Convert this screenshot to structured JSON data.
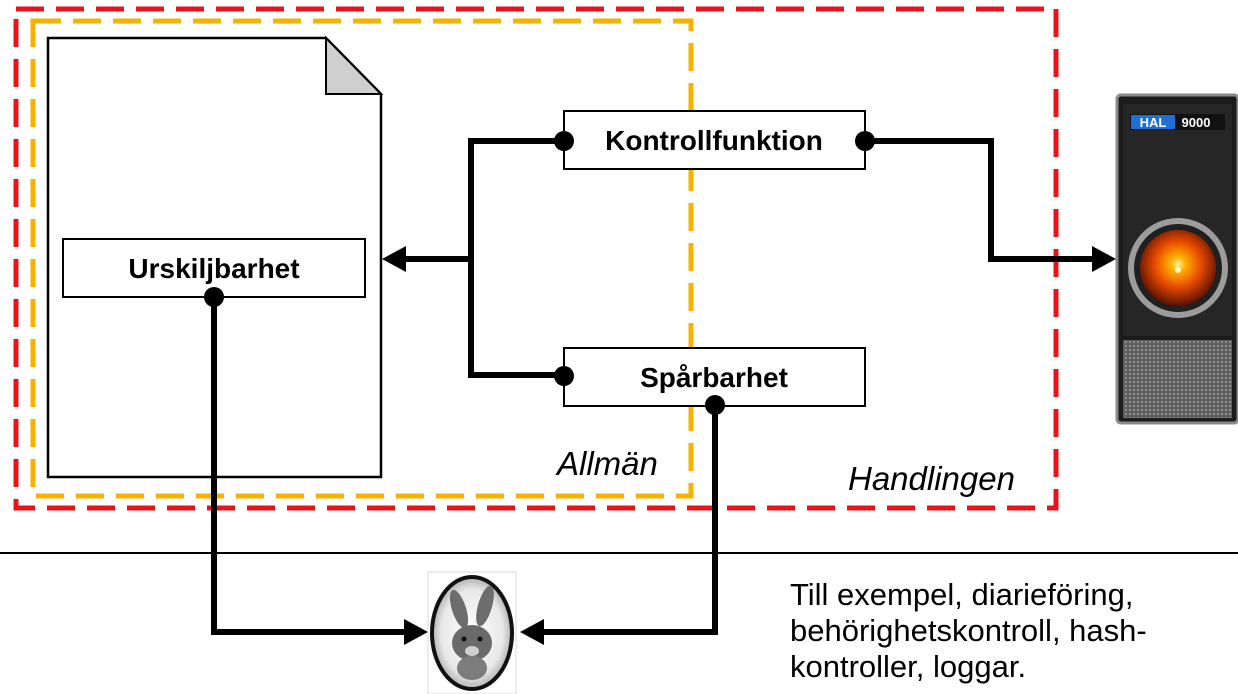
{
  "nodes": {
    "urskiljbarhet": "Urskiljbarhet",
    "kontrollfunktion": "Kontrollfunktion",
    "sparbarhet": "Spårbarhet"
  },
  "zones": {
    "inner": "Allmän",
    "outer": "Handlingen"
  },
  "hal": {
    "brand": "HAL",
    "model": "9000"
  },
  "note": {
    "lines": [
      "Till exempel, diarieföring,",
      "behörighetskontroll, hash-",
      "kontroller, loggar."
    ]
  },
  "colors": {
    "outer_border": "#e8141b",
    "inner_border": "#f5b300",
    "line": "#000000",
    "hal_eye": "#ff6a00"
  }
}
